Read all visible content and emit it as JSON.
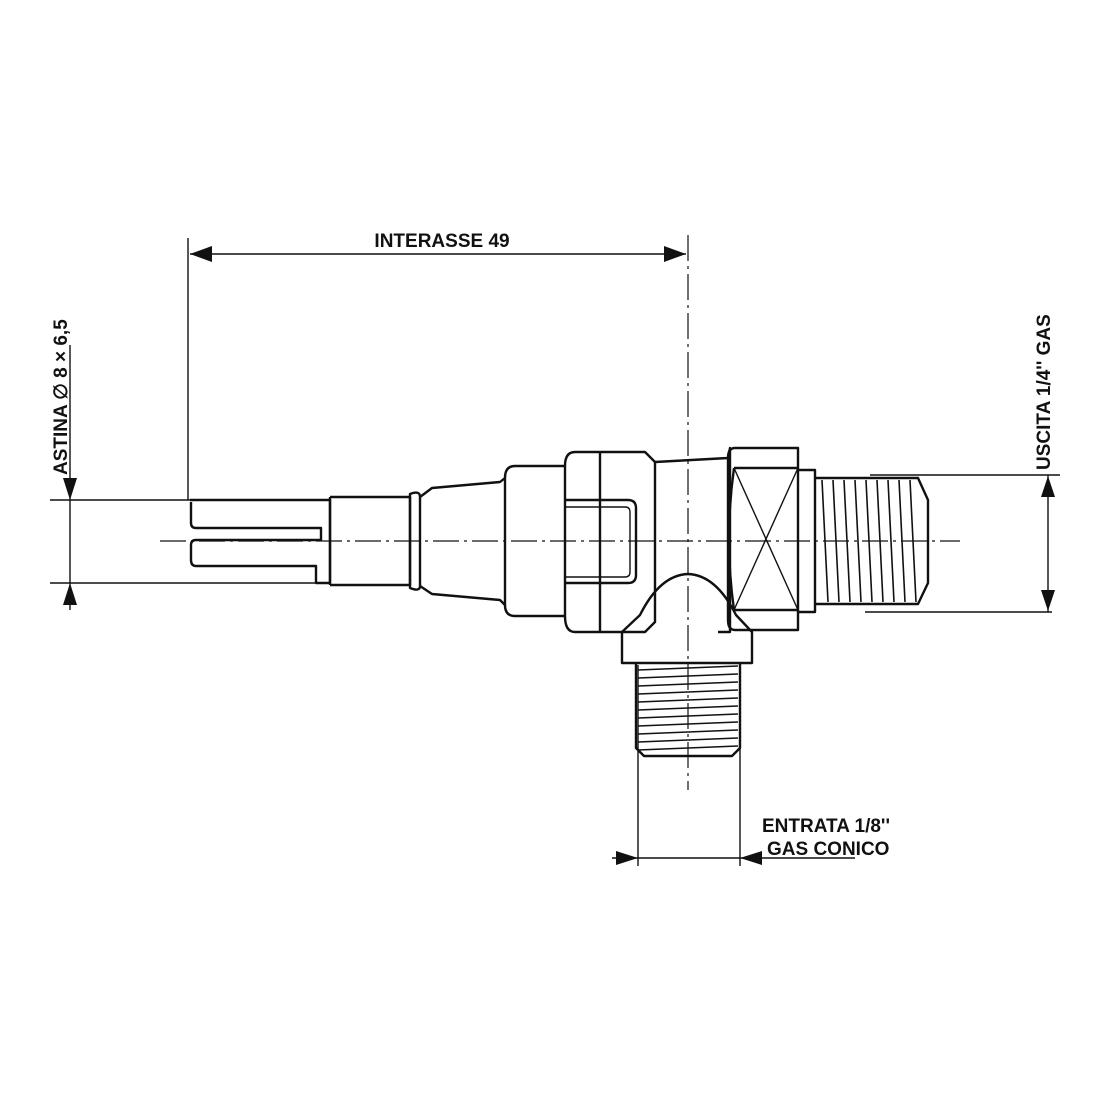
{
  "drawing": {
    "interasse_label": "INTERASSE 49",
    "astina_label": "ASTINA ∅ 8 × 6,5",
    "uscita_label": "USCITA 1/4'' GAS",
    "entrata_label_line1": "ENTRATA 1/8''",
    "entrata_label_line2": "GAS CONICO"
  }
}
